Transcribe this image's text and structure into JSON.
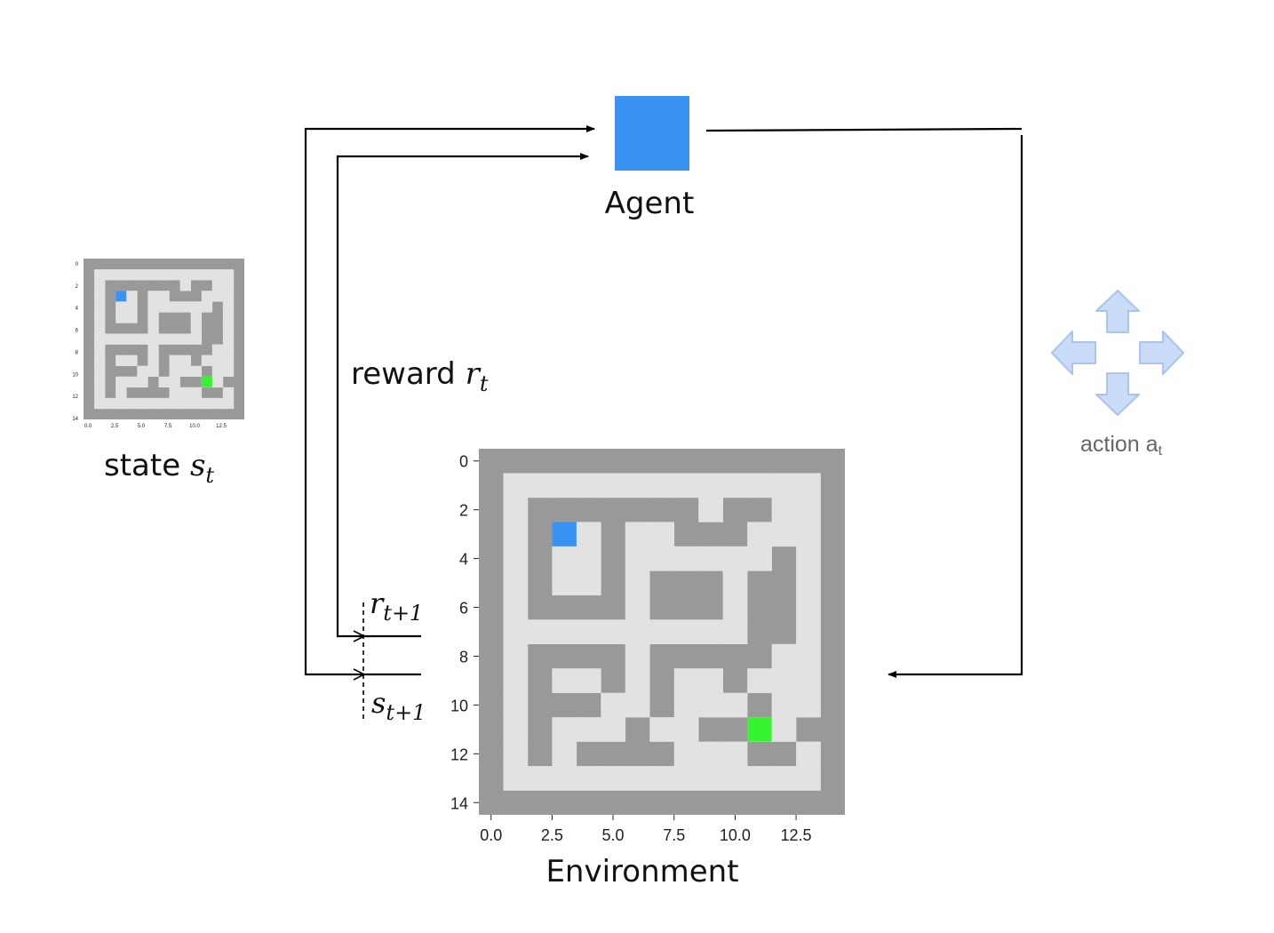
{
  "agent": {
    "label": "Agent",
    "color": "#3a92f2"
  },
  "reward": {
    "prefix": "reward ",
    "symbol": "r",
    "subscript": "t"
  },
  "state": {
    "prefix": "state ",
    "symbol": "s",
    "subscript": "t"
  },
  "next_reward": {
    "symbol": "r",
    "subscript": "t+1"
  },
  "next_state": {
    "symbol": "s",
    "subscript": "t+1"
  },
  "action": {
    "label": "action a",
    "subscript": "t",
    "arrow_color": "#c9dbf7",
    "arrow_stroke": "#a9c4ef"
  },
  "environment": {
    "label": "Environment",
    "wall_color": "#999999",
    "path_color": "#e2e2e2",
    "agent_color": "#3a92f2",
    "goal_color": "#35f32f",
    "y_ticks": [
      "0",
      "2",
      "4",
      "6",
      "8",
      "10",
      "12",
      "14"
    ],
    "x_ticks": [
      "0.0",
      "2.5",
      "5.0",
      "7.5",
      "10.0",
      "12.5"
    ],
    "maze": [
      "###############",
      "#.............#",
      "#.#######.##..#",
      "#.#..#..###...#",
      "#.#..#......#.#",
      "#.#..#.###.##.#",
      "#.####.###.##.#",
      "#..........##.#",
      "#.####.#####..#",
      "#.#..#.#..#...#",
      "#.###..#...#..#",
      "#.#...#..##..##",
      "#.#.####...##.#",
      "#.............#",
      "###############"
    ],
    "agent_cell": [
      3,
      3
    ],
    "goal_cell": [
      11,
      11
    ]
  }
}
